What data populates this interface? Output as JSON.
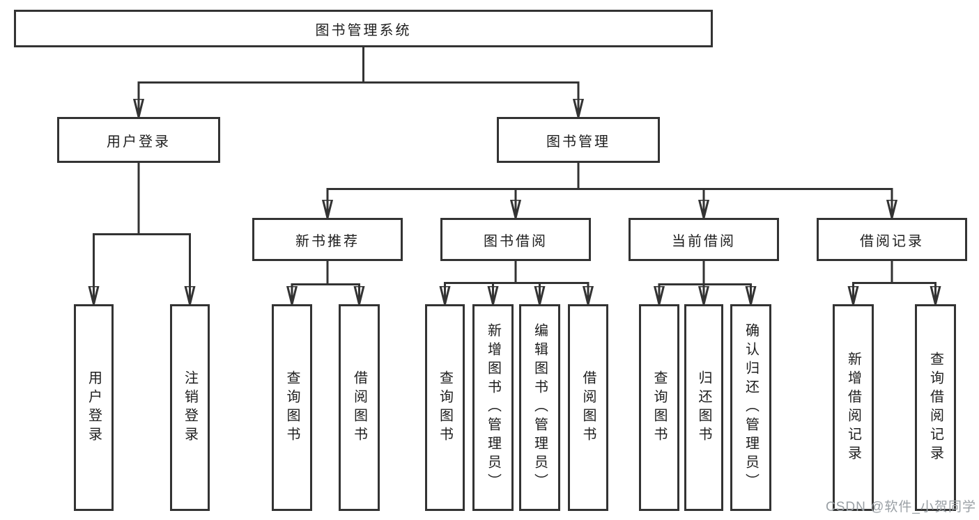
{
  "tree": {
    "root": {
      "label": "图书管理系统",
      "children": [
        {
          "label": "用户登录",
          "children": [
            {
              "label": "用户登录"
            },
            {
              "label": "注销登录"
            }
          ]
        },
        {
          "label": "图书管理",
          "children": [
            {
              "label": "新书推荐",
              "children": [
                {
                  "label": "查询图书"
                },
                {
                  "label": "借阅图书"
                }
              ]
            },
            {
              "label": "图书借阅",
              "children": [
                {
                  "label": "查询图书"
                },
                {
                  "label": "新增图书（管理员）"
                },
                {
                  "label": "编辑图书（管理员）"
                },
                {
                  "label": "借阅图书"
                }
              ]
            },
            {
              "label": "当前借阅",
              "children": [
                {
                  "label": "查询图书"
                },
                {
                  "label": "归还图书"
                },
                {
                  "label": "确认归还（管理员）"
                }
              ]
            },
            {
              "label": "借阅记录",
              "children": [
                {
                  "label": "新增借阅记录"
                },
                {
                  "label": "查询借阅记录"
                }
              ]
            }
          ]
        }
      ]
    }
  },
  "watermark": {
    "text": "CSDN @软件_小贺同学"
  },
  "colors": {
    "line": "#333333",
    "box_border": "#333333",
    "text": "#1e1e1e",
    "watermark": "#9aa0a5",
    "background": "#ffffff"
  }
}
